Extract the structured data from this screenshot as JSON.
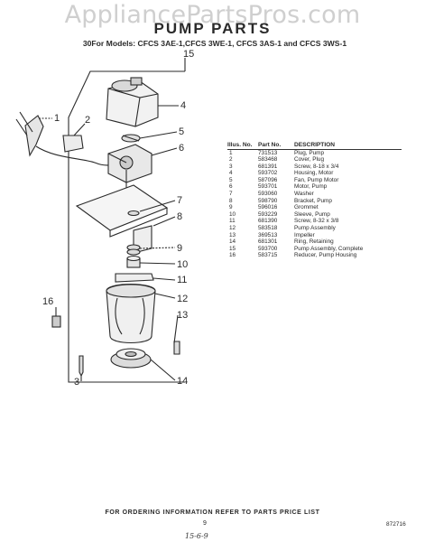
{
  "watermark": "AppliancePartsPros.com",
  "title": "PUMP PARTS",
  "subtitle": "30For Models: CFCS 3AE-1,CFCS 3WE-1, CFCS 3AS-1 and CFCS 3WS-1",
  "callouts": [
    "15",
    "4",
    "1",
    "2",
    "5",
    "6",
    "7",
    "8",
    "9",
    "10",
    "11",
    "12",
    "13",
    "14",
    "16",
    "3"
  ],
  "table": {
    "header_illus": "Illus. No.",
    "header_part": "Part No.",
    "header_desc": "DESCRIPTION",
    "rows": [
      {
        "illus": "1",
        "part": "731513",
        "desc": "Plug, Pump"
      },
      {
        "illus": "2",
        "part": "583468",
        "desc": "Cover, Plug"
      },
      {
        "illus": "3",
        "part": "681391",
        "desc": "Screw, 8-18 x 3/4"
      },
      {
        "illus": "4",
        "part": "593702",
        "desc": "Housing, Motor"
      },
      {
        "illus": "5",
        "part": "587096",
        "desc": "Fan, Pump Motor"
      },
      {
        "illus": "6",
        "part": "593701",
        "desc": "Motor, Pump"
      },
      {
        "illus": "7",
        "part": "593060",
        "desc": "Washer"
      },
      {
        "illus": "8",
        "part": "598790",
        "desc": "Bracket, Pump"
      },
      {
        "illus": "9",
        "part": "596016",
        "desc": "Grommet"
      },
      {
        "illus": "10",
        "part": "593229",
        "desc": "Sleeve, Pump"
      },
      {
        "illus": "11",
        "part": "681390",
        "desc": "Screw, 8-32 x 3/8"
      },
      {
        "illus": "12",
        "part": "583518",
        "desc": "Pump Assembly"
      },
      {
        "illus": "13",
        "part": "369513",
        "desc": "Impeller"
      },
      {
        "illus": "14",
        "part": "681301",
        "desc": "Ring, Retaining"
      },
      {
        "illus": "15",
        "part": "593700",
        "desc": "Pump Assembly, Complete"
      },
      {
        "illus": "16",
        "part": "583715",
        "desc": "Reducer, Pump Housing"
      }
    ]
  },
  "footer": "FOR ORDERING INFORMATION REFER TO PARTS PRICE LIST",
  "page_number": "9",
  "ref_code": "872716",
  "handwritten": "15-6-9"
}
